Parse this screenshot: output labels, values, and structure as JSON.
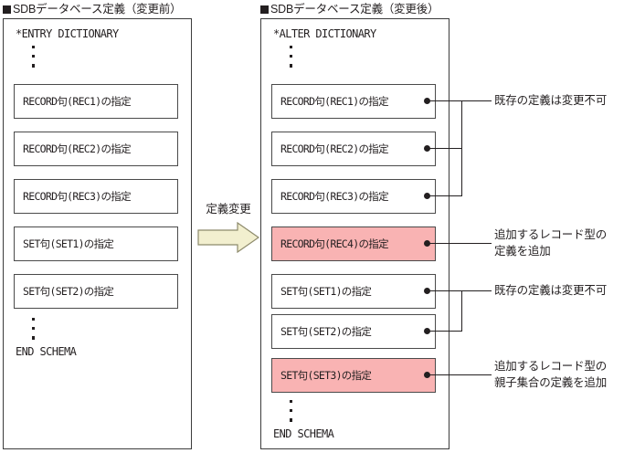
{
  "headings": {
    "before": "■SDBデータベース定義（変更前）",
    "after": "■SDBデータベース定義（変更後）",
    "bullet_glyph": "■"
  },
  "before_schema": {
    "header_line": "*ENTRY DICTIONARY",
    "footer_line": "END SCHEMA",
    "clauses": [
      {
        "label": "RECORD句(REC1)の指定",
        "highlight": false
      },
      {
        "label": "RECORD句(REC2)の指定",
        "highlight": false
      },
      {
        "label": "RECORD句(REC3)の指定",
        "highlight": false
      },
      {
        "label": "SET句(SET1)の指定",
        "highlight": false
      },
      {
        "label": "SET句(SET2)の指定",
        "highlight": false
      }
    ]
  },
  "after_schema": {
    "header_line": "*ALTER DICTIONARY",
    "footer_line": "END SCHEMA",
    "clauses": [
      {
        "label": "RECORD句(REC1)の指定",
        "highlight": false
      },
      {
        "label": "RECORD句(REC2)の指定",
        "highlight": false
      },
      {
        "label": "RECORD句(REC3)の指定",
        "highlight": false
      },
      {
        "label": "RECORD句(REC4)の指定",
        "highlight": true
      },
      {
        "label": "SET句(SET1)の指定",
        "highlight": false
      },
      {
        "label": "SET句(SET2)の指定",
        "highlight": false
      },
      {
        "label": "SET句(SET3)の指定",
        "highlight": true
      }
    ]
  },
  "transform": {
    "label": "定義変更",
    "arrow_fill": "#f2efcf",
    "arrow_stroke": "#8d8a6b"
  },
  "notes": [
    {
      "id": "note-existing-records",
      "text": "既存の定義は変更不可"
    },
    {
      "id": "note-added-record",
      "text": "追加するレコード型の\n定義を追加"
    },
    {
      "id": "note-existing-sets",
      "text": "既存の定義は変更不可"
    },
    {
      "id": "note-added-set",
      "text": "追加するレコード型の\n親子集合の定義を追加"
    }
  ],
  "colors": {
    "highlight_fill": "#f9b3b3",
    "line": "#231f20",
    "box_border": "#4a4a4a",
    "container_border": "#3c3c3c",
    "background": "#ffffff"
  }
}
